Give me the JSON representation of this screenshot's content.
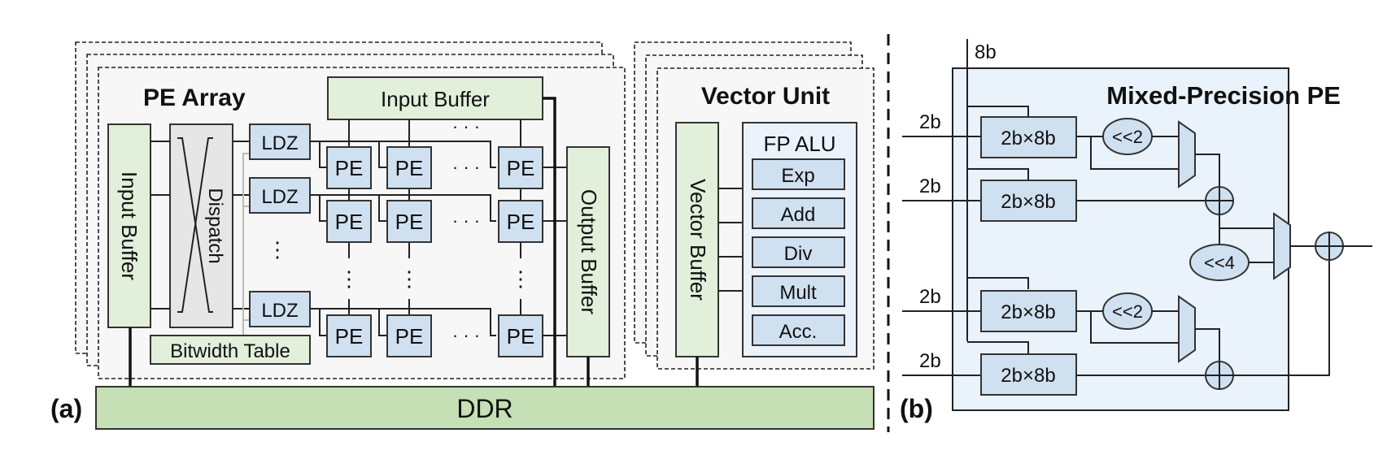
{
  "panel_a": {
    "label": "(a)",
    "pe_array": {
      "title": "PE Array",
      "input_buffer_left": "Input Buffer",
      "input_buffer_top": "Input Buffer",
      "dispatch": "Dispatch",
      "ldz": [
        "LDZ",
        "LDZ",
        "LDZ"
      ],
      "pe_label": "PE",
      "pe_rows": 3,
      "pe_cols": 3,
      "ellipsis_h": "· · ·",
      "ellipsis_v": "⋮",
      "bitwidth_table": "Bitwidth Table",
      "output_buffer": "Output Buffer"
    },
    "vector_unit": {
      "title": "Vector Unit",
      "vector_buffer": "Vector Buffer",
      "fp_alu": {
        "title": "FP ALU",
        "ops": [
          "Exp",
          "Add",
          "Div",
          "Mult",
          "Acc."
        ]
      }
    },
    "ddr": "DDR"
  },
  "panel_b": {
    "label": "(b)",
    "title": "Mixed-Precision PE",
    "weight_input": "8b",
    "act_inputs": [
      "2b",
      "2b",
      "2b",
      "2b"
    ],
    "multiplier": "2b×8b",
    "shift2": "<<2",
    "shift4": "<<4"
  },
  "colors": {
    "buffer_green": "#e2efda",
    "ddr_green": "#c5e0b4",
    "unit_blue": "#cfe0f0",
    "pe_bg": "#eaf2fb",
    "dispatch_grey": "#e6e6e6"
  }
}
